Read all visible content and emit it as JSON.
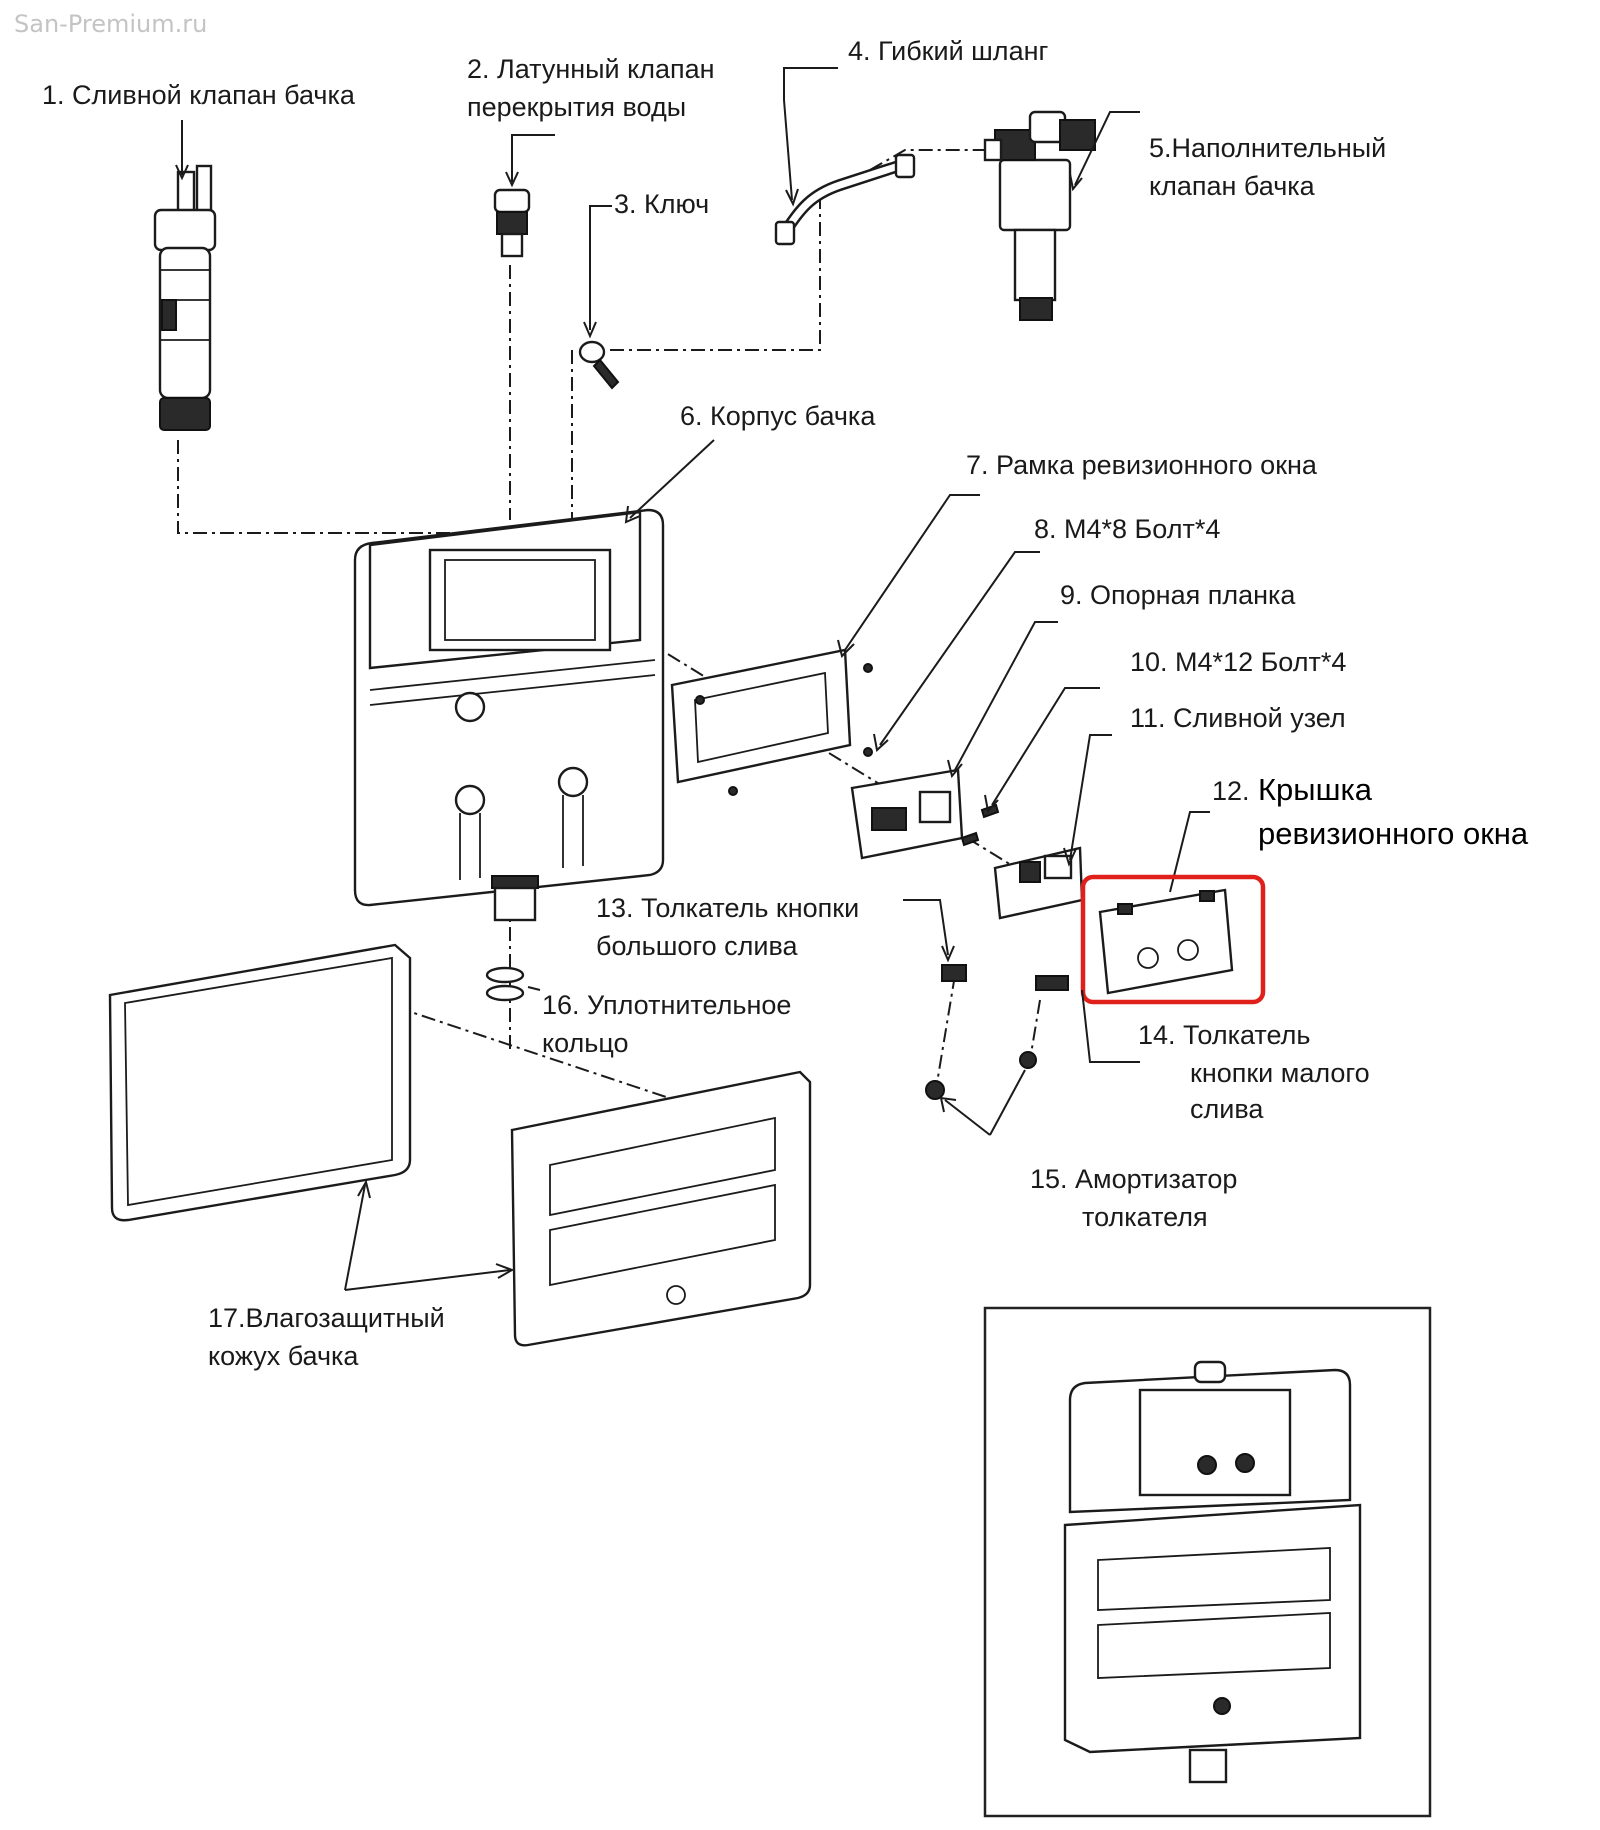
{
  "watermark": "San-Premium.ru",
  "labels": {
    "l1": "1. Сливной клапан бачка",
    "l2a": "2. Латунный клапан",
    "l2b": "перекрытия воды",
    "l3": "3. Ключ",
    "l4": "4. Гибкий шланг",
    "l5a": "5.Наполнительный",
    "l5b": "клапан бачка",
    "l6": "6. Корпус бачка",
    "l7": "7. Рамка ревизионного окна",
    "l8": "8. М4*8 Болт*4",
    "l9": "9. Опорная планка",
    "l10": "10. М4*12 Болт*4",
    "l11": "11. Сливной узел",
    "l12n": "12.",
    "l12a": "Крышка",
    "l12b": "ревизионного окна",
    "l13a": "13. Толкатель кнопки",
    "l13b": "большого слива",
    "l14a": "14. Толкатель",
    "l14b": "кнопки малого",
    "l14c": "слива",
    "l15a": "15. Амортизатор",
    "l15b": "толкателя",
    "l16a": "16. Уплотнительное",
    "l16b": "кольцо",
    "l17a": "17.Влагозащитный",
    "l17b": "кожух бачка"
  },
  "colors": {
    "highlight": "#e0201b",
    "line": "#1b1b1b",
    "watermark": "#c4c4c4"
  }
}
